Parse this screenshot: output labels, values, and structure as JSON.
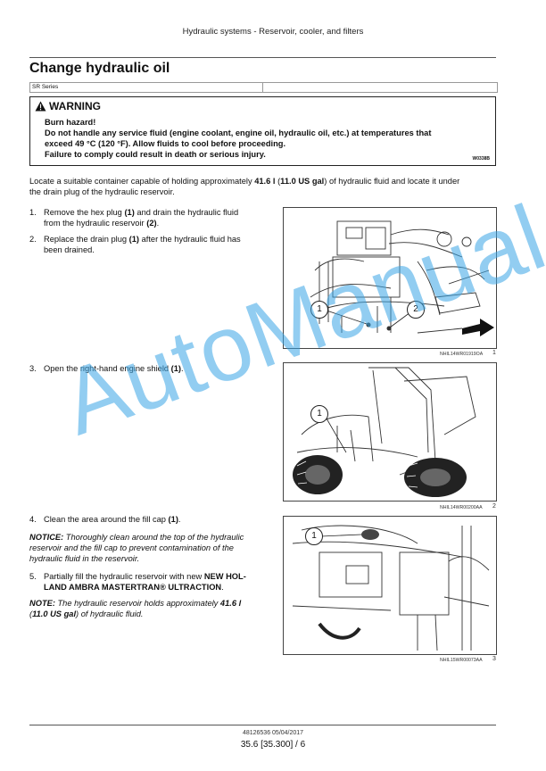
{
  "header": {
    "section_title": "Hydraulic systems - Reservoir, cooler, and filters"
  },
  "title": "Change hydraulic oil",
  "series": "SR Series",
  "warning": {
    "heading": "WARNING",
    "line1": "Burn hazard!",
    "line2": "Do not handle any service fluid (engine coolant, engine oil, hydraulic oil, etc.)  at temperatures that",
    "line3": "exceed 49 °C (120 °F). Allow fluids to cool before proceeding.",
    "line4": "Failure to comply could result in death or serious injury.",
    "code": "W0338B"
  },
  "intro": {
    "a": "Locate a suitable container capable of holding approximately ",
    "b": "41.6 l",
    "c": " (",
    "d": "11.0 US gal",
    "e": ") of hydraulic fluid and locate it under",
    "f": "the drain plug of the hydraulic reservoir."
  },
  "steps": {
    "s1": {
      "num": "1.",
      "a": "Remove the hex plug ",
      "b": "(1)",
      "c": " and drain the hydraulic fluid",
      "d": "from the hydraulic reservoir ",
      "e": "(2)",
      "f": "."
    },
    "s2": {
      "num": "2.",
      "a": "Replace the drain plug ",
      "b": "(1)",
      "c": " after the hydraulic fluid has",
      "d": "been drained."
    },
    "s3": {
      "num": "3.",
      "a": "Open the right-hand engine shield ",
      "b": "(1)",
      "c": "."
    },
    "s4": {
      "num": "4.",
      "a": "Clean the area around the fill cap ",
      "b": "(1)",
      "c": "."
    },
    "s5": {
      "num": "5.",
      "a": "Partially fill the hydraulic reservoir with new ",
      "b": "NEW HOL-",
      "c": "LAND AMBRA MASTERTRAN® ULTRACTION",
      "d": "."
    }
  },
  "notice": {
    "label": "NOTICE:",
    "l1": " Thoroughly clean around the top of the hydraulic",
    "l2": "reservoir and the fill cap to prevent contamination of the",
    "l3": "hydraulic fluid in the reservoir."
  },
  "note": {
    "label": "NOTE:",
    "a": " The hydraulic reservoir holds approximately ",
    "b": "41.6 l",
    "c": "(",
    "d": "11.0 US gal",
    "e": ") of hydraulic fluid."
  },
  "figures": [
    {
      "caption": "NHIL14WR01919OA",
      "number": "1",
      "callouts": [
        "1",
        "2"
      ]
    },
    {
      "caption": "NHIL14WR00200AA",
      "number": "2",
      "callouts": [
        "1"
      ]
    },
    {
      "caption": "NHIL15WR00073AA",
      "number": "3",
      "callouts": [
        "1"
      ]
    }
  ],
  "watermark": "AutoManual",
  "footer": {
    "doc": "48126536 05/04/2017",
    "page": "35.6 [35.300] / 6"
  },
  "colors": {
    "watermark": "#3aa6e6",
    "arrow": "#111111"
  }
}
